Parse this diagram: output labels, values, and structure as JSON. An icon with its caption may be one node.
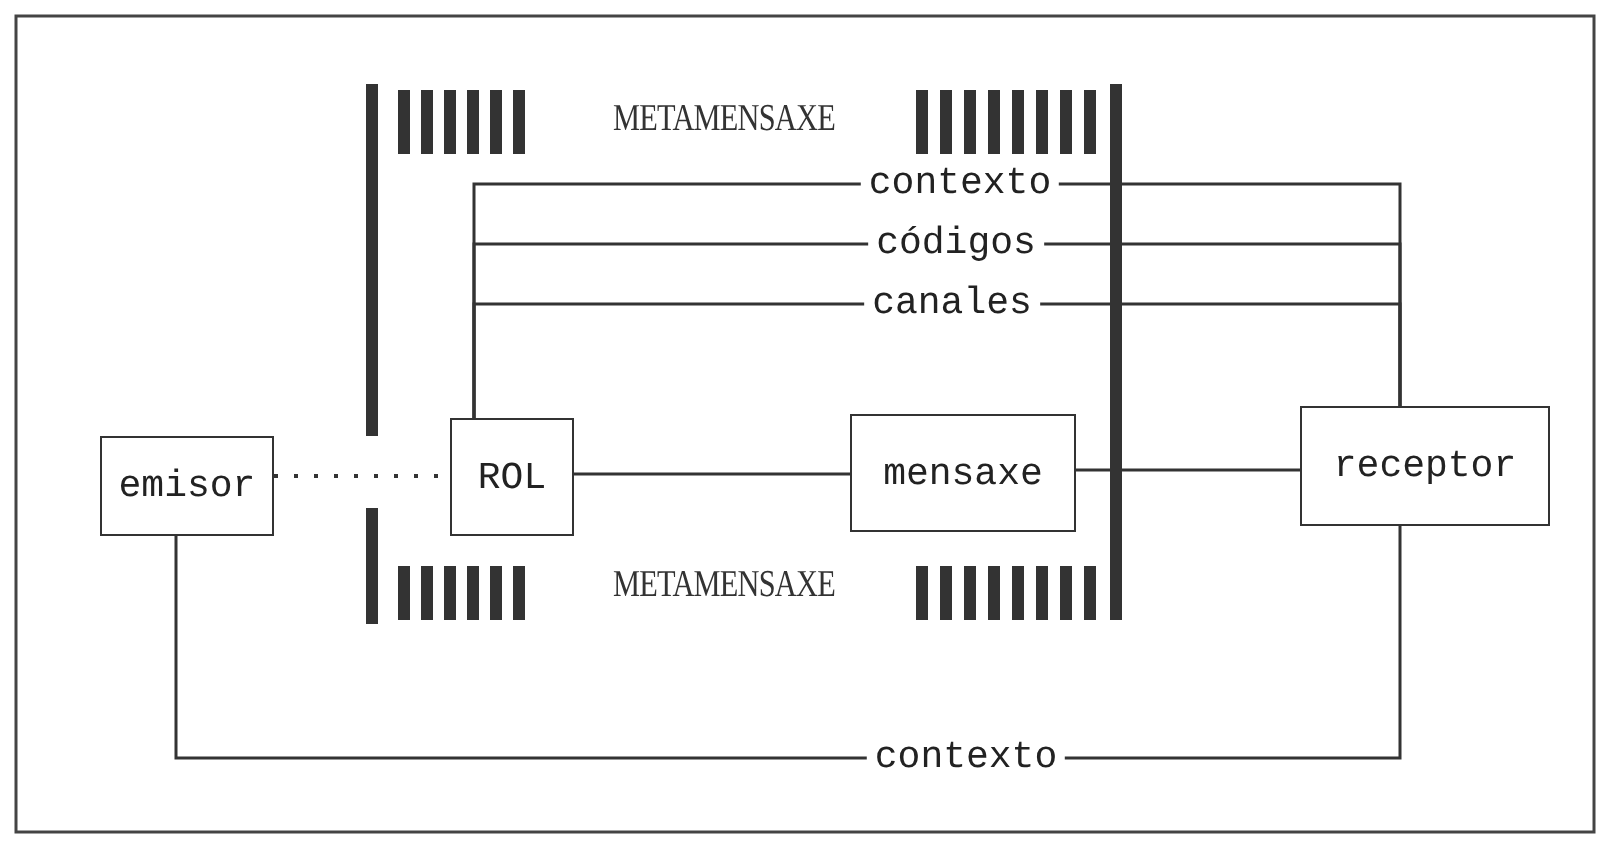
{
  "diagram": {
    "nodes": [
      {
        "text": [
          "emisor"
        ]
      },
      {
        "text": [
          "ROL"
        ]
      },
      {
        "text": [
          "mensaxe"
        ]
      },
      {
        "text": [
          "receptor"
        ]
      }
    ],
    "edges": [
      {
        "from": 0,
        "to": 1,
        "arrow": "none",
        "style": "dashed"
      },
      {
        "from": 1,
        "to": 2,
        "arrow": "none"
      },
      {
        "from": 2,
        "to": 3,
        "arrow": "none"
      },
      {
        "from": 1,
        "to": 3,
        "arrow": "none",
        "label": "contexto"
      },
      {
        "from": 1,
        "to": 3,
        "arrow": "none",
        "label": "códigos"
      },
      {
        "from": 1,
        "to": 3,
        "arrow": "none",
        "label": "canales"
      },
      {
        "from": 0,
        "to": 3,
        "arrow": "none",
        "label": "contexto"
      }
    ],
    "labels": [
      "METAMENSAXE",
      "METAMENSAXE"
    ]
  }
}
